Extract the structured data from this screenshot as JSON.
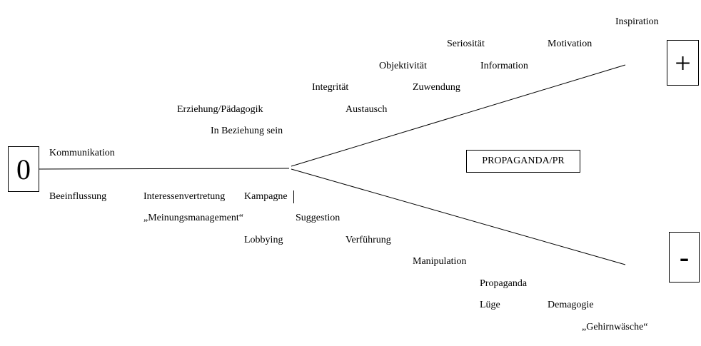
{
  "boxes": {
    "neutral": "0",
    "positive": "+",
    "negative": "-",
    "center": "PROPAGANDA/PR"
  },
  "terms": {
    "kommunikation": "Kommunikation",
    "beeinflussung": "Beeinflussung",
    "interessenvertretung": "Interessenvertretung",
    "kampagne": "Kampagne",
    "meinungsmanagement": "„Meinungsmanagement“",
    "suggestion": "Suggestion",
    "lobbying": "Lobbying",
    "verfuehrung": "Verführung",
    "manipulation": "Manipulation",
    "propaganda": "Propaganda",
    "luege": "Lüge",
    "demagogie": "Demagogie",
    "gehirnwaesche": "„Gehirnwäsche“",
    "erziehung": "Erziehung/Pädagogik",
    "in_beziehung": "In Beziehung sein",
    "integritaet": "Integrität",
    "austausch": "Austausch",
    "objektivitaet": "Objektivität",
    "zuwendung": "Zuwendung",
    "seriositaet": "Seriosität",
    "information": "Information",
    "motivation": "Motivation",
    "inspiration": "Inspiration"
  }
}
